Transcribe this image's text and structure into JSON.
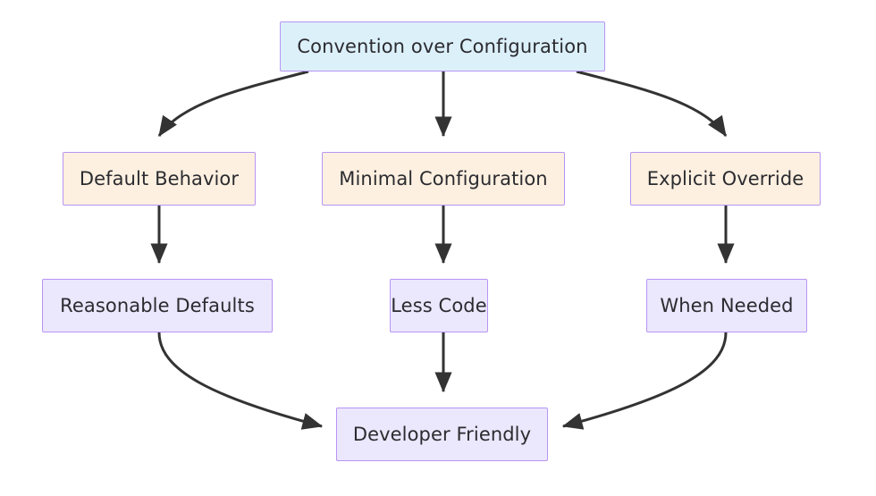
{
  "diagram": {
    "type": "flowchart",
    "direction": "top-down",
    "background_color": "#ffffff",
    "edge_color": "#333333",
    "palette": {
      "root_fill": "#dcf0fa",
      "process_fill": "#fdf0e0",
      "result_fill": "#ebe7fc",
      "node_border": "#b794f4",
      "text_color": "#2b2b30"
    },
    "nodes": [
      {
        "id": "root",
        "label": "Convention over Configuration",
        "fill": "#dcf0fa",
        "row": 1
      },
      {
        "id": "default",
        "label": "Default Behavior",
        "fill": "#fdf0e0",
        "row": 2
      },
      {
        "id": "minimal",
        "label": "Minimal Configuration",
        "fill": "#fdf0e0",
        "row": 2
      },
      {
        "id": "explicit",
        "label": "Explicit Override",
        "fill": "#fdf0e0",
        "row": 2
      },
      {
        "id": "reasonable",
        "label": "Reasonable Defaults",
        "fill": "#ebe7fc",
        "row": 3
      },
      {
        "id": "less",
        "label": "Less Code",
        "fill": "#ebe7fc",
        "row": 3
      },
      {
        "id": "when",
        "label": "When Needed",
        "fill": "#ebe7fc",
        "row": 3
      },
      {
        "id": "friendly",
        "label": "Developer Friendly",
        "fill": "#ebe7fc",
        "row": 4
      }
    ],
    "edges": [
      {
        "from": "root",
        "to": "default",
        "style": "curved",
        "arrow": "end"
      },
      {
        "from": "root",
        "to": "minimal",
        "style": "straight",
        "arrow": "end"
      },
      {
        "from": "root",
        "to": "explicit",
        "style": "curved",
        "arrow": "end"
      },
      {
        "from": "default",
        "to": "reasonable",
        "style": "straight",
        "arrow": "end"
      },
      {
        "from": "minimal",
        "to": "less",
        "style": "straight",
        "arrow": "end"
      },
      {
        "from": "explicit",
        "to": "when",
        "style": "straight",
        "arrow": "end"
      },
      {
        "from": "reasonable",
        "to": "friendly",
        "style": "curved",
        "arrow": "end"
      },
      {
        "from": "less",
        "to": "friendly",
        "style": "straight",
        "arrow": "end"
      },
      {
        "from": "when",
        "to": "friendly",
        "style": "curved",
        "arrow": "end"
      }
    ]
  }
}
